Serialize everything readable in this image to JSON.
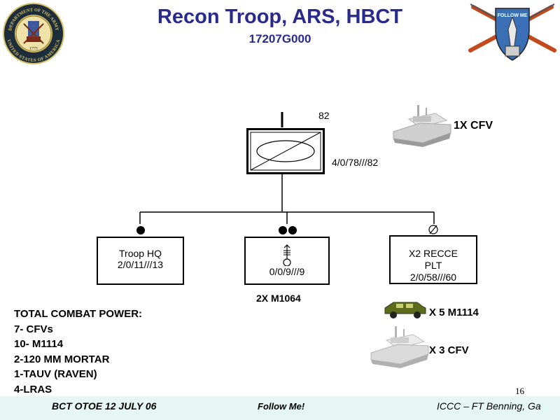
{
  "header": {
    "title": "Recon Troop, ARS, HBCT",
    "subtitle": "17207G000"
  },
  "hq": {
    "size_marker": "82",
    "strength": "4/0/78///82"
  },
  "units": [
    {
      "label_line1": "Troop HQ",
      "label_line2": "2/0/11///13"
    },
    {
      "strength": "0/0/9///9",
      "vehicles": "2X M1064"
    },
    {
      "label_line1": "X2 RECCE",
      "label_line2": "PLT",
      "label_line3": "2/0/58///60"
    }
  ],
  "vehicles": {
    "hq_cfv": "1X CFV",
    "m1114": "X 5 M1114",
    "cfv": "X 3 CFV"
  },
  "totals": {
    "heading": "TOTAL COMBAT POWER:",
    "items": [
      "7- CFVs",
      "10- M1114",
      "2-120 MM MORTAR",
      "1-TAUV (RAVEN)",
      "4-LRAS"
    ]
  },
  "footer": {
    "left": "BCT OTOE 12 JULY 06",
    "center": "Follow Me!",
    "right": "ICCC – FT Benning, Ga",
    "slide_number": "16"
  },
  "seal": {
    "text_top": "DEPARTMENT OF THE ARMY",
    "text_bottom": "UNITED STATES OF AMERICA",
    "year": "1775"
  },
  "infantry_insignia": {
    "motto": "FOLLOW ME"
  },
  "colors": {
    "title": "#2a2a8c",
    "footer_bg": "#e6f7f3",
    "seal_bg": "#1e2d3a",
    "seal_gold": "#d8c066",
    "shield_blue": "#3b6fb5",
    "rifle_stock": "#c24a1e",
    "humvee": "#5c6b1e"
  }
}
